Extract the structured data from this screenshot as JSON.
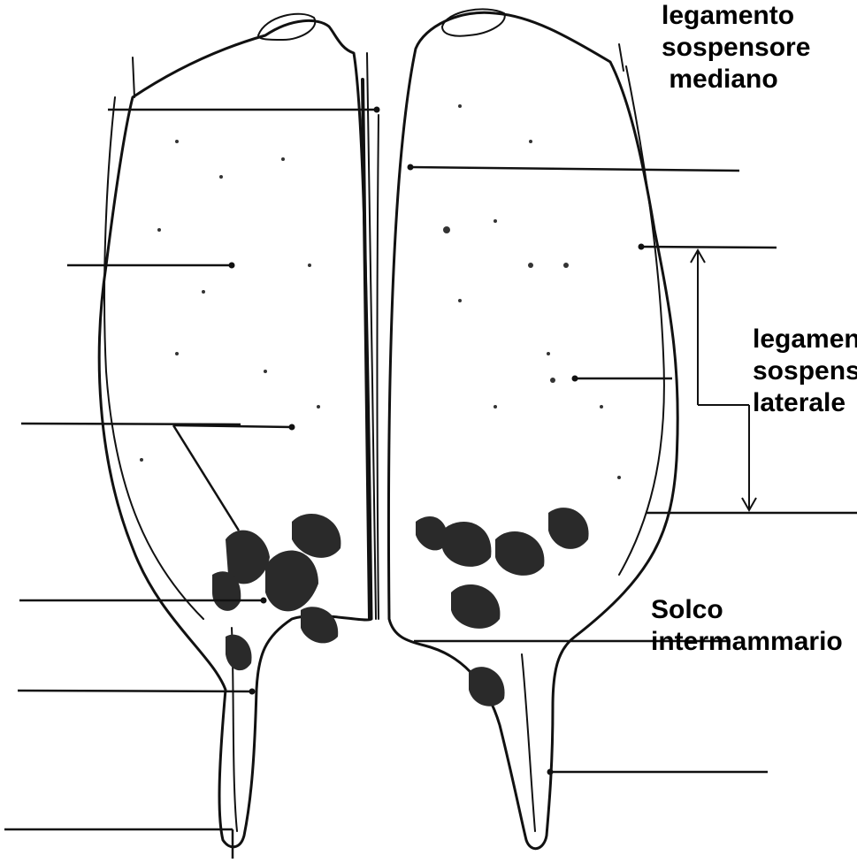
{
  "diagram": {
    "labels": {
      "median_ligament": [
        "legamento",
        "sospensore",
        " mediano"
      ],
      "lateral_ligament": [
        "legamento",
        "sospensore",
        "laterale"
      ],
      "intermammary_groove": [
        "Solco",
        "intermammario"
      ]
    },
    "colors": {
      "ink": "#111111",
      "paper": "#ffffff",
      "shading": "#2a2a2a"
    },
    "icons": [
      "arrow-up-icon",
      "arrow-down-icon"
    ]
  }
}
